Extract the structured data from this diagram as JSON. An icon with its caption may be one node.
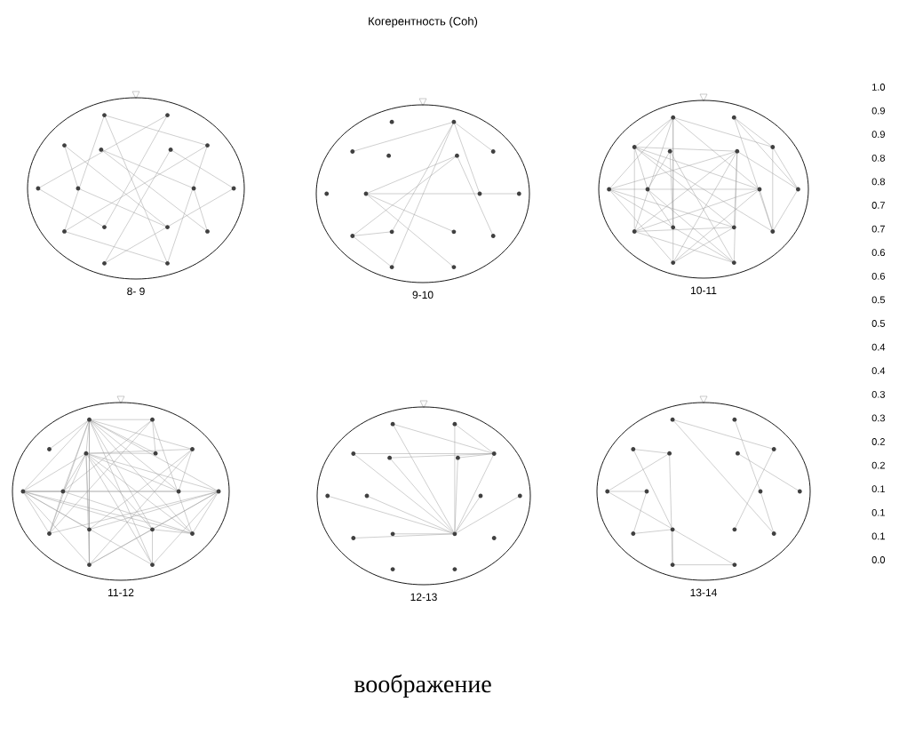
{
  "diagram": {
    "title": "Когерентность (Coh)",
    "caption": "воображение",
    "nodes": [
      {
        "text": [
          "8- 9"
        ]
      },
      {
        "text": [
          "9-10"
        ]
      },
      {
        "text": [
          "10-11"
        ]
      },
      {
        "text": [
          "11-12"
        ]
      },
      {
        "text": [
          "12-13"
        ]
      },
      {
        "text": [
          "13-14"
        ]
      }
    ],
    "edges": [],
    "labels": [
      "1.0",
      "0.9",
      "0.9",
      "0.8",
      "0.8",
      "0.7",
      "0.7",
      "0.6",
      "0.6",
      "0.5",
      "0.5",
      "0.4",
      "0.4",
      "0.3",
      "0.3",
      "0.2",
      "0.2",
      "0.1",
      "0.1",
      "0.1",
      "0.0"
    ]
  }
}
